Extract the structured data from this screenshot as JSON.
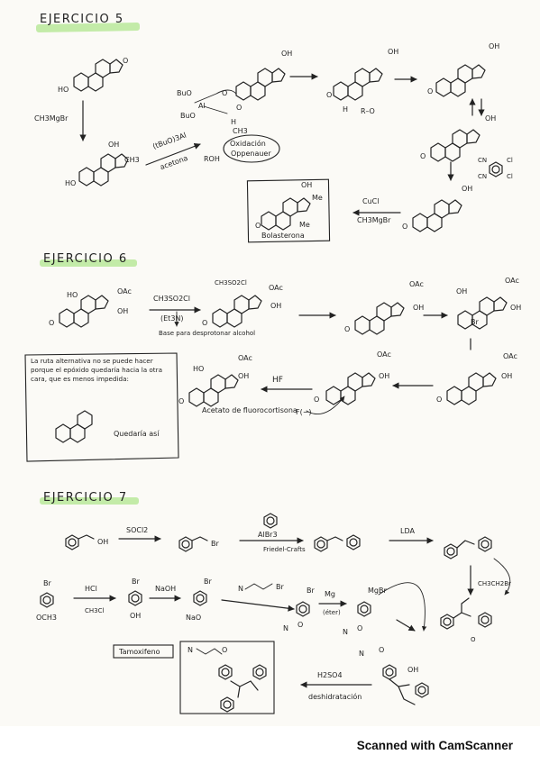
{
  "footer": {
    "scanned": "Scanned with CamScanner"
  },
  "ex5": {
    "title": "EJERCICIO 5",
    "reagent_ch3mgbr": "CH3MgBr",
    "reagent_tbuoh": "(tBuO)3Al",
    "reagent_acetona": "acetona",
    "label_roh": "ROH",
    "label_oxidacion": "Oxidación",
    "label_oppenauer": "Oppenauer",
    "label_ro": "R–O",
    "reagent_cucl": "CuCl",
    "product": "Bolasterona",
    "label_oh": "OH",
    "label_me": "Me",
    "label_ch3": "CH3",
    "label_ho": "HO",
    "label_buo": "BuO",
    "label_al": "Al",
    "label_o": "O",
    "label_h": "H",
    "label_cl": "Cl",
    "label_cn": "CN"
  },
  "ex6": {
    "title": "EJERCICIO 6",
    "reagent_mesyl": "CH3SO2Cl",
    "reagent_et3n": "(Et3N)",
    "note_base": "Base para desprotonar alcohol",
    "reagent_hf": "HF",
    "label_f": "F(−)",
    "product": "Acetato de fluorocortisona",
    "note_box": "La ruta alternativa no se puede hacer porque el epóxido quedaría hacia la otra cara, que es menos impedida:",
    "note_quedaria": "Quedaría así",
    "label_oac": "OAc",
    "label_oh": "OH",
    "label_ho": "HO",
    "label_br": "Br",
    "label_o": "O"
  },
  "ex7": {
    "title": "EJERCICIO 7",
    "reagent_socl2": "SOCl2",
    "label_oh": "OH",
    "label_br": "Br",
    "reagent_albr3": "AlBr3",
    "label_friedel": "Friedel-Crafts",
    "reagent_lda": "LDA",
    "reagent_ch3ch2br": "CH3CH2Br",
    "label_och3": "OCH3",
    "reagent_hcl": "HCl",
    "label_ch3cl": "CH3Cl",
    "reagent_naoh": "NaOH",
    "label_nao": "NaO",
    "reagent_mg": "Mg",
    "label_eter": "(éter)",
    "label_mgbr": "MgBr",
    "label_n": "N",
    "label_o": "O",
    "product": "Tamoxifeno",
    "reagent_h2so4": "H2SO4",
    "label_deshidratacion": "deshidratación"
  }
}
